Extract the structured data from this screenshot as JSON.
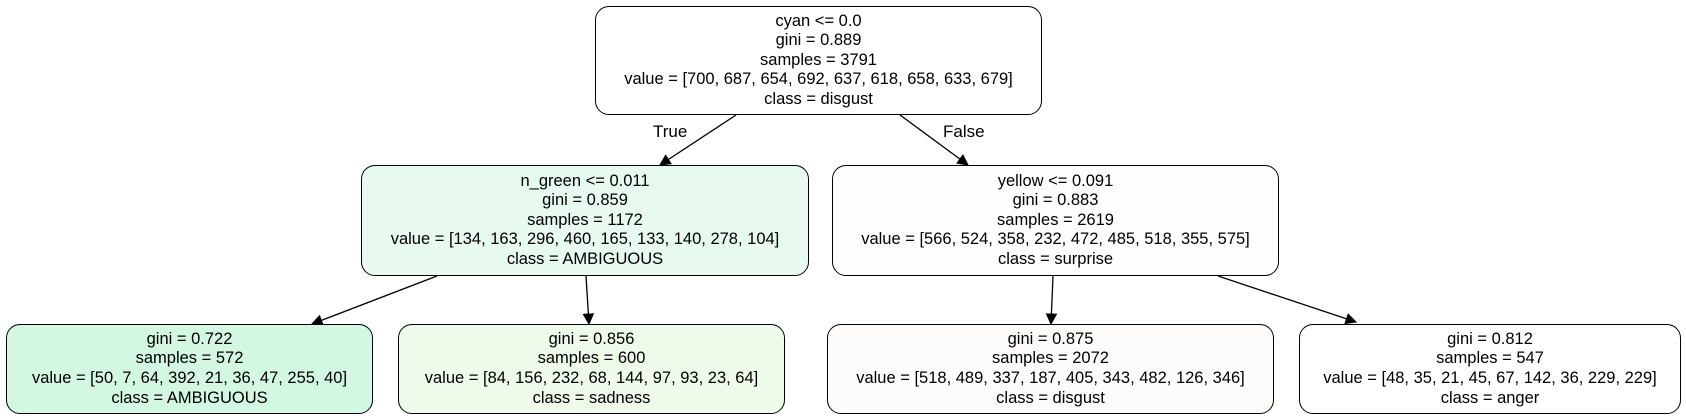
{
  "nodes": [
    {
      "split": "cyan <= 0.0",
      "gini": "gini = 0.889",
      "samples": "samples = 3791",
      "value": "value = [700, 687, 654, 692, 637, 618, 658, 633, 679]",
      "class": "class = disgust",
      "fill": "#ffffff"
    },
    {
      "split": "n_green <= 0.011",
      "gini": "gini = 0.859",
      "samples": "samples = 1172",
      "value": "value = [134, 163, 296, 460, 165, 133, 140, 278, 104]",
      "class": "class = AMBIGUOUS",
      "fill": "#e8f9ef"
    },
    {
      "split": "yellow <= 0.091",
      "gini": "gini = 0.883",
      "samples": "samples = 2619",
      "value": "value = [566, 524, 358, 232, 472, 485, 518, 355, 575]",
      "class": "class = surprise",
      "fill": "#fefefe"
    },
    {
      "gini": "gini = 0.722",
      "samples": "samples = 572",
      "value": "value = [50, 7, 64, 392, 21, 36, 47, 255, 40]",
      "class": "class = AMBIGUOUS",
      "fill": "#d3f7e3"
    },
    {
      "gini": "gini = 0.856",
      "samples": "samples = 600",
      "value": "value = [84, 156, 232, 68, 144, 97, 93, 23, 64]",
      "class": "class = sadness",
      "fill": "#eefaea"
    },
    {
      "gini": "gini = 0.875",
      "samples": "samples = 2072",
      "value": "value = [518, 489, 337, 187, 405, 343, 482, 126, 346]",
      "class": "class = disgust",
      "fill": "#fdfcfb"
    },
    {
      "gini": "gini = 0.812",
      "samples": "samples = 547",
      "value": "value = [48, 35, 21, 45, 67, 142, 36, 229, 229]",
      "class": "class = anger",
      "fill": "#ffffff"
    }
  ],
  "edge_labels": {
    "true_label": "True",
    "false_label": "False"
  }
}
